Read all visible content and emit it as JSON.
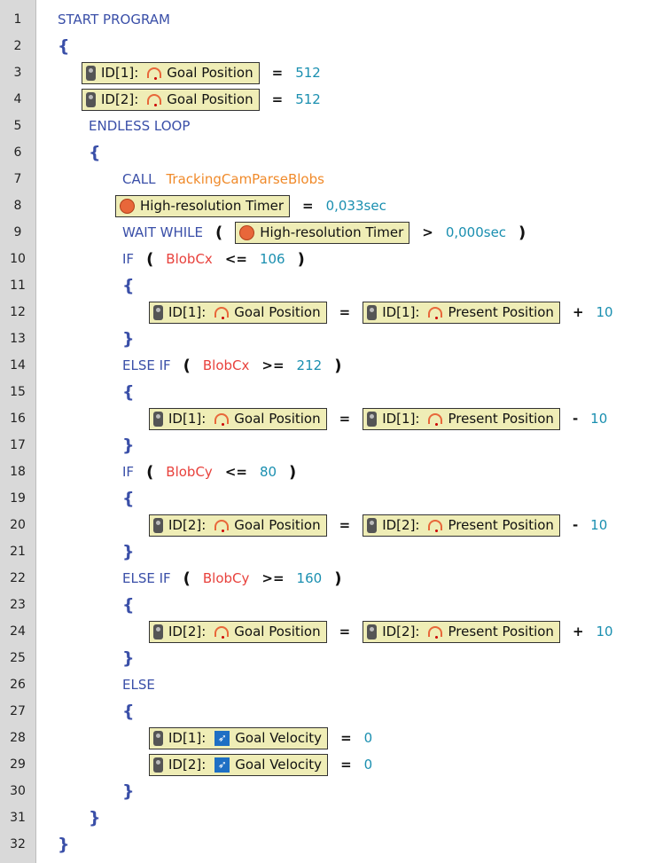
{
  "colors": {
    "keyword": "#3a4fa8",
    "number": "#1a8fb0",
    "variable": "#e8413c",
    "function": "#f08a2a",
    "block": "#efedb6"
  },
  "lines": [
    {
      "indent": 0,
      "tokens": [
        {
          "t": "kw",
          "v": "START PROGRAM"
        }
      ]
    },
    {
      "indent": 0,
      "tokens": [
        {
          "t": "br",
          "v": "{"
        }
      ]
    },
    {
      "indent": 1,
      "tokens": [
        {
          "t": "box",
          "icon": "servo-icon",
          "id": "ID[1]:",
          "picon": "gauge-icon",
          "prop": "Goal Position"
        },
        {
          "t": "op",
          "v": "="
        },
        {
          "t": "num",
          "v": "512"
        }
      ]
    },
    {
      "indent": 1,
      "tokens": [
        {
          "t": "box",
          "icon": "servo-icon",
          "id": "ID[2]:",
          "picon": "gauge-icon",
          "prop": "Goal Position"
        },
        {
          "t": "op",
          "v": "="
        },
        {
          "t": "num",
          "v": "512"
        }
      ]
    },
    {
      "indent": 1,
      "tokens": [
        {
          "t": "kw",
          "v": "ENDLESS LOOP"
        }
      ]
    },
    {
      "indent": 1,
      "tokens": [
        {
          "t": "br",
          "v": "{"
        }
      ]
    },
    {
      "indent": 2,
      "tokens": [
        {
          "t": "kw",
          "v": "CALL"
        },
        {
          "t": "fn",
          "v": "TrackingCamParseBlobs"
        }
      ]
    },
    {
      "indent": 2,
      "tokens": [
        {
          "t": "box",
          "icon": "timer-icon",
          "prop": "High-resolution Timer"
        },
        {
          "t": "op",
          "v": "="
        },
        {
          "t": "num",
          "v": "0,033sec"
        }
      ]
    },
    {
      "indent": 2,
      "tokens": [
        {
          "t": "kw",
          "v": "WAIT WHILE"
        },
        {
          "t": "par",
          "v": "("
        },
        {
          "t": "box",
          "icon": "timer-icon",
          "prop": "High-resolution Timer"
        },
        {
          "t": "op",
          "v": ">"
        },
        {
          "t": "num",
          "v": "0,000sec"
        },
        {
          "t": "par",
          "v": ")"
        }
      ]
    },
    {
      "indent": 2,
      "tokens": [
        {
          "t": "kw",
          "v": "IF"
        },
        {
          "t": "par",
          "v": "("
        },
        {
          "t": "var",
          "v": "BlobCx"
        },
        {
          "t": "op",
          "v": "<="
        },
        {
          "t": "num",
          "v": "106"
        },
        {
          "t": "par",
          "v": ")"
        }
      ]
    },
    {
      "indent": 2,
      "tokens": [
        {
          "t": "br",
          "v": "{"
        }
      ]
    },
    {
      "indent": 3,
      "tokens": [
        {
          "t": "box",
          "icon": "servo-icon",
          "id": "ID[1]:",
          "picon": "gauge-icon",
          "prop": "Goal Position"
        },
        {
          "t": "op",
          "v": "="
        },
        {
          "t": "box",
          "icon": "servo-icon",
          "id": "ID[1]:",
          "picon": "gauge-icon",
          "prop": "Present Position"
        },
        {
          "t": "op",
          "v": "+"
        },
        {
          "t": "num",
          "v": "10"
        }
      ]
    },
    {
      "indent": 2,
      "tokens": [
        {
          "t": "br",
          "v": "}"
        }
      ]
    },
    {
      "indent": 2,
      "tokens": [
        {
          "t": "kw",
          "v": "ELSE IF"
        },
        {
          "t": "par",
          "v": "("
        },
        {
          "t": "var",
          "v": "BlobCx"
        },
        {
          "t": "op",
          "v": ">="
        },
        {
          "t": "num",
          "v": "212"
        },
        {
          "t": "par",
          "v": ")"
        }
      ]
    },
    {
      "indent": 2,
      "tokens": [
        {
          "t": "br",
          "v": "{"
        }
      ]
    },
    {
      "indent": 3,
      "tokens": [
        {
          "t": "box",
          "icon": "servo-icon",
          "id": "ID[1]:",
          "picon": "gauge-icon",
          "prop": "Goal Position"
        },
        {
          "t": "op",
          "v": "="
        },
        {
          "t": "box",
          "icon": "servo-icon",
          "id": "ID[1]:",
          "picon": "gauge-icon",
          "prop": "Present Position"
        },
        {
          "t": "op",
          "v": "-"
        },
        {
          "t": "num",
          "v": "10"
        }
      ]
    },
    {
      "indent": 2,
      "tokens": [
        {
          "t": "br",
          "v": "}"
        }
      ]
    },
    {
      "indent": 2,
      "tokens": [
        {
          "t": "kw",
          "v": "IF"
        },
        {
          "t": "par",
          "v": "("
        },
        {
          "t": "var",
          "v": "BlobCy"
        },
        {
          "t": "op",
          "v": "<="
        },
        {
          "t": "num",
          "v": "80"
        },
        {
          "t": "par",
          "v": ")"
        }
      ]
    },
    {
      "indent": 2,
      "tokens": [
        {
          "t": "br",
          "v": "{"
        }
      ]
    },
    {
      "indent": 3,
      "tokens": [
        {
          "t": "box",
          "icon": "servo-icon",
          "id": "ID[2]:",
          "picon": "gauge-icon",
          "prop": "Goal Position"
        },
        {
          "t": "op",
          "v": "="
        },
        {
          "t": "box",
          "icon": "servo-icon",
          "id": "ID[2]:",
          "picon": "gauge-icon",
          "prop": "Present Position"
        },
        {
          "t": "op",
          "v": "-"
        },
        {
          "t": "num",
          "v": "10"
        }
      ]
    },
    {
      "indent": 2,
      "tokens": [
        {
          "t": "br",
          "v": "}"
        }
      ]
    },
    {
      "indent": 2,
      "tokens": [
        {
          "t": "kw",
          "v": "ELSE IF"
        },
        {
          "t": "par",
          "v": "("
        },
        {
          "t": "var",
          "v": "BlobCy"
        },
        {
          "t": "op",
          "v": ">="
        },
        {
          "t": "num",
          "v": "160"
        },
        {
          "t": "par",
          "v": ")"
        }
      ]
    },
    {
      "indent": 2,
      "tokens": [
        {
          "t": "br",
          "v": "{"
        }
      ]
    },
    {
      "indent": 3,
      "tokens": [
        {
          "t": "box",
          "icon": "servo-icon",
          "id": "ID[2]:",
          "picon": "gauge-icon",
          "prop": "Goal Position"
        },
        {
          "t": "op",
          "v": "="
        },
        {
          "t": "box",
          "icon": "servo-icon",
          "id": "ID[2]:",
          "picon": "gauge-icon",
          "prop": "Present Position"
        },
        {
          "t": "op",
          "v": "+"
        },
        {
          "t": "num",
          "v": "10"
        }
      ]
    },
    {
      "indent": 2,
      "tokens": [
        {
          "t": "br",
          "v": "}"
        }
      ]
    },
    {
      "indent": 2,
      "tokens": [
        {
          "t": "kw",
          "v": "ELSE"
        }
      ]
    },
    {
      "indent": 2,
      "tokens": [
        {
          "t": "br",
          "v": "{"
        }
      ]
    },
    {
      "indent": 3,
      "tokens": [
        {
          "t": "box",
          "icon": "servo-icon",
          "id": "ID[1]:",
          "picon": "run-icon",
          "prop": "Goal Velocity"
        },
        {
          "t": "op",
          "v": "="
        },
        {
          "t": "num",
          "v": "0"
        }
      ]
    },
    {
      "indent": 3,
      "tokens": [
        {
          "t": "box",
          "icon": "servo-icon",
          "id": "ID[2]:",
          "picon": "run-icon",
          "prop": "Goal Velocity"
        },
        {
          "t": "op",
          "v": "="
        },
        {
          "t": "num",
          "v": "0"
        }
      ]
    },
    {
      "indent": 2,
      "tokens": [
        {
          "t": "br",
          "v": "}"
        }
      ]
    },
    {
      "indent": 1,
      "tokens": [
        {
          "t": "br",
          "v": "}"
        }
      ]
    },
    {
      "indent": 0,
      "tokens": [
        {
          "t": "br",
          "v": "}"
        }
      ]
    }
  ]
}
